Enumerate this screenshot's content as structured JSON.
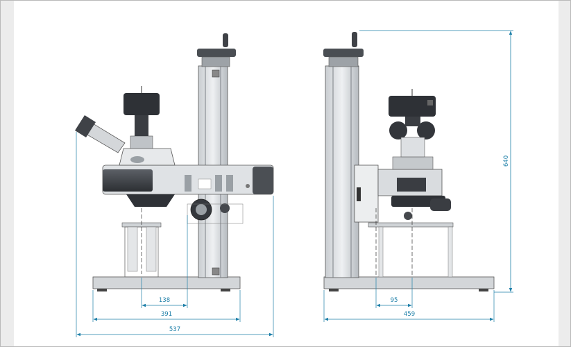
{
  "diagram": {
    "accent_color": "#1d7fa8",
    "units": "mm",
    "views": [
      {
        "name": "side-view",
        "dimensions": [
          {
            "id": "dim-138",
            "label": "138"
          },
          {
            "id": "dim-391",
            "label": "391"
          },
          {
            "id": "dim-537",
            "label": "537"
          }
        ]
      },
      {
        "name": "front-view",
        "dimensions": [
          {
            "id": "dim-95",
            "label": "95"
          },
          {
            "id": "dim-459",
            "label": "459"
          },
          {
            "id": "dim-640",
            "label": "640"
          }
        ]
      }
    ]
  }
}
